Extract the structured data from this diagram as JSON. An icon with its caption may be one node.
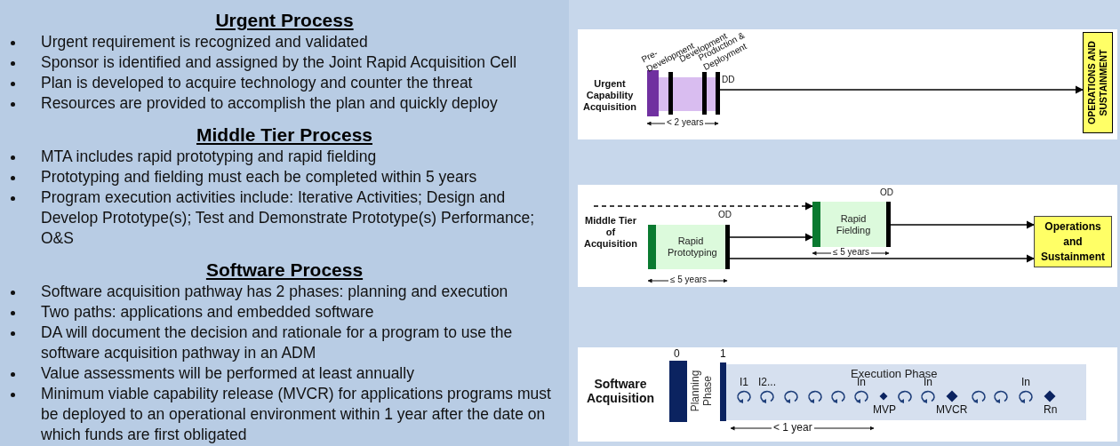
{
  "diagram": {
    "nodes": [
      {
        "text": [],
        "shape": "bar",
        "beside": [
          "DD"
        ]
      },
      {
        "text": [
          "OPERATIONS AND SUSTAINMENT"
        ]
      },
      {
        "text": [
          "Rapid Prototyping"
        ],
        "beside": [
          "OD"
        ]
      },
      {
        "text": [
          "Rapid Fielding"
        ],
        "beside": [
          "OD"
        ]
      },
      {
        "text": [
          "Operations and Sustainment"
        ]
      },
      {
        "text": [
          "Execution Phase"
        ]
      }
    ],
    "edges": [
      {
        "from": 0,
        "to": 1,
        "arrow": "to"
      },
      {
        "from": null,
        "to": 3,
        "arrow": "to",
        "style": "dashed"
      },
      {
        "from": 2,
        "to": 3,
        "arrow": "to"
      },
      {
        "from": 3,
        "to": 4,
        "arrow": "to"
      },
      {
        "from": 2,
        "to": 4,
        "arrow": "to"
      }
    ],
    "labels": [
      "Urgent Process",
      "Urgent requirement is recognized and validated",
      "Sponsor is identified and assigned by the Joint Rapid Acquisition Cell",
      "Plan is developed to acquire technology and counter the threat",
      "Resources are provided to accomplish the plan and quickly deploy",
      "Middle Tier Process",
      "MTA includes rapid prototyping and rapid fielding",
      "Prototyping and fielding must each be completed within 5 years",
      "Program execution activities include: Iterative Activities; Design and Develop Prototype(s); Test and Demonstrate Prototype(s) Performance; O&S",
      "Software Process",
      "Software acquisition pathway has 2 phases: planning and execution",
      "Two paths: applications and embedded software",
      "DA will document the decision and rationale for a program to use the software acquisition pathway in an ADM",
      "Value assessments will be performed at least annually",
      "Minimum viable capability release (MVCR) for applications programs must be deployed to an operational environment within 1 year after the date on which funds are first obligated",
      "Urgent Capability Acquisition",
      "Pre- Development",
      "Development",
      "Production & Deployment",
      "< 2 years",
      "Middle Tier of Acquisition",
      "≤ 5 years",
      "≤ 5 years",
      "Software Acquisition",
      "0",
      "1",
      "Planning Phase",
      "I1",
      "I2...",
      "In",
      "In",
      "In",
      "MVP",
      "MVCR",
      "Rn",
      "< 1 year"
    ]
  }
}
